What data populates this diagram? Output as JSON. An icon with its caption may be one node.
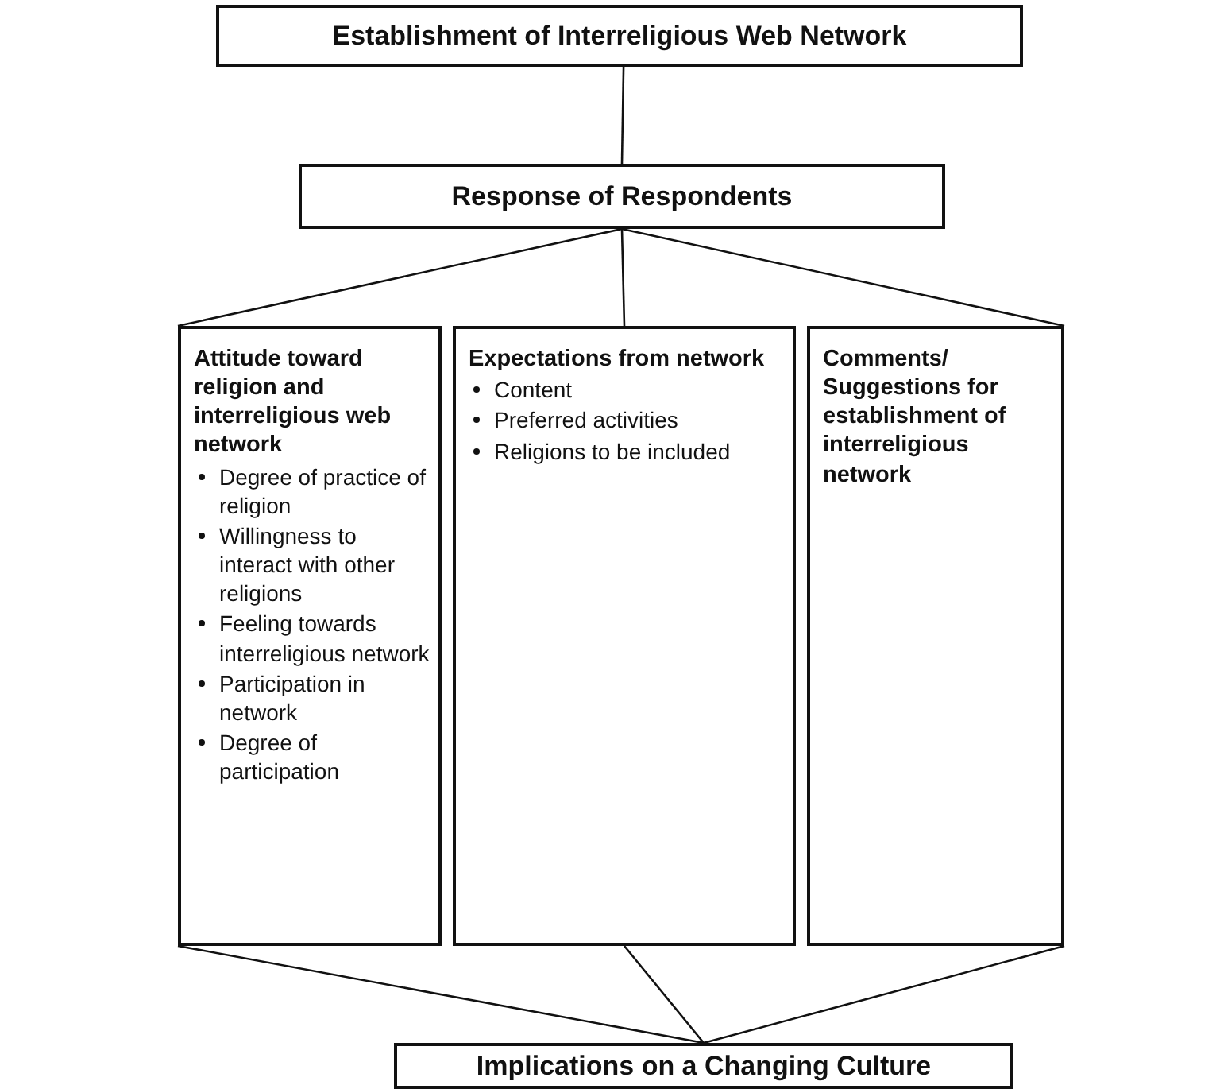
{
  "diagram": {
    "nodes": [
      {
        "text": [
          "Establishment of Interreligious Web Network"
        ]
      },
      {
        "text": [
          "Response of Respondents"
        ]
      },
      {
        "text": [
          "Attitude toward religion and interreligious web network",
          "Degree of practice of religion",
          "Willingness to interact with other religions",
          "Feeling towards interreligious network",
          "Participation in network",
          "Degree of participation"
        ]
      },
      {
        "text": [
          "Expectations from network",
          "Content",
          "Preferred activities",
          "Religions to be included"
        ]
      },
      {
        "text": [
          "Comments/ Suggestions for establishment of interreligious network"
        ]
      },
      {
        "text": [
          "Implications on a Changing Culture"
        ]
      }
    ],
    "edges": [
      {
        "from": 0,
        "to": 1,
        "arrow": "none"
      },
      {
        "from": 1,
        "to": 2,
        "arrow": "none"
      },
      {
        "from": 1,
        "to": 3,
        "arrow": "none"
      },
      {
        "from": 1,
        "to": 4,
        "arrow": "none"
      },
      {
        "from": 2,
        "to": 5,
        "arrow": "none"
      },
      {
        "from": 3,
        "to": 5,
        "arrow": "none"
      },
      {
        "from": 4,
        "to": 5,
        "arrow": "none"
      }
    ]
  }
}
